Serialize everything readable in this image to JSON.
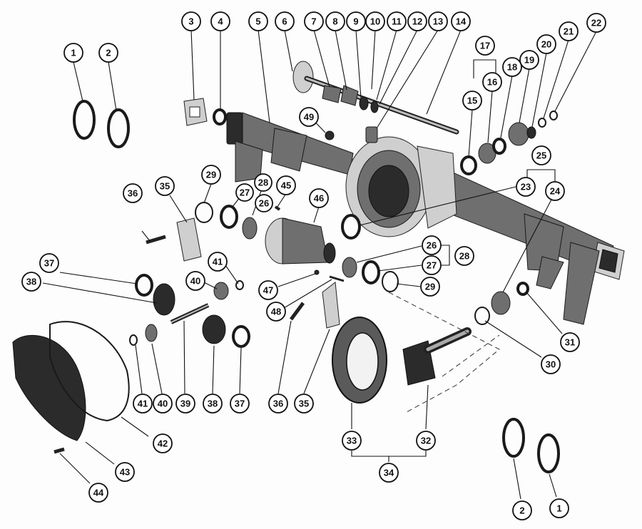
{
  "diagram": {
    "accent_color": "#111111",
    "callouts": [
      {
        "id": "c1a",
        "label": "1"
      },
      {
        "id": "c2a",
        "label": "2"
      },
      {
        "id": "c3",
        "label": "3"
      },
      {
        "id": "c4",
        "label": "4"
      },
      {
        "id": "c5",
        "label": "5"
      },
      {
        "id": "c6",
        "label": "6"
      },
      {
        "id": "c7",
        "label": "7"
      },
      {
        "id": "c8",
        "label": "8"
      },
      {
        "id": "c9",
        "label": "9"
      },
      {
        "id": "c10",
        "label": "10"
      },
      {
        "id": "c11",
        "label": "11"
      },
      {
        "id": "c12",
        "label": "12"
      },
      {
        "id": "c13",
        "label": "13"
      },
      {
        "id": "c14",
        "label": "14"
      },
      {
        "id": "c15",
        "label": "15"
      },
      {
        "id": "c16",
        "label": "16"
      },
      {
        "id": "c17",
        "label": "17"
      },
      {
        "id": "c18",
        "label": "18"
      },
      {
        "id": "c19",
        "label": "19"
      },
      {
        "id": "c20",
        "label": "20"
      },
      {
        "id": "c21",
        "label": "21"
      },
      {
        "id": "c22",
        "label": "22"
      },
      {
        "id": "c23",
        "label": "23"
      },
      {
        "id": "c24",
        "label": "24"
      },
      {
        "id": "c25",
        "label": "25"
      },
      {
        "id": "c26a",
        "label": "26"
      },
      {
        "id": "c27a",
        "label": "27"
      },
      {
        "id": "c28a",
        "label": "28"
      },
      {
        "id": "c29a",
        "label": "29"
      },
      {
        "id": "c45",
        "label": "45"
      },
      {
        "id": "c46",
        "label": "46"
      },
      {
        "id": "c49",
        "label": "49"
      },
      {
        "id": "c36a",
        "label": "36"
      },
      {
        "id": "c35a",
        "label": "35"
      },
      {
        "id": "c37a",
        "label": "37"
      },
      {
        "id": "c38a",
        "label": "38"
      },
      {
        "id": "c40a",
        "label": "40"
      },
      {
        "id": "c41a",
        "label": "41"
      },
      {
        "id": "c47",
        "label": "47"
      },
      {
        "id": "c48",
        "label": "48"
      },
      {
        "id": "c26b",
        "label": "26"
      },
      {
        "id": "c27b",
        "label": "27"
      },
      {
        "id": "c28b",
        "label": "28"
      },
      {
        "id": "c29b",
        "label": "29"
      },
      {
        "id": "c31",
        "label": "31"
      },
      {
        "id": "c30",
        "label": "30"
      },
      {
        "id": "c41b",
        "label": "41"
      },
      {
        "id": "c40b",
        "label": "40"
      },
      {
        "id": "c39",
        "label": "39"
      },
      {
        "id": "c38b",
        "label": "38"
      },
      {
        "id": "c37b",
        "label": "37"
      },
      {
        "id": "c36b",
        "label": "36"
      },
      {
        "id": "c35b",
        "label": "35"
      },
      {
        "id": "c42",
        "label": "42"
      },
      {
        "id": "c43",
        "label": "43"
      },
      {
        "id": "c44",
        "label": "44"
      },
      {
        "id": "c33",
        "label": "33"
      },
      {
        "id": "c32",
        "label": "32"
      },
      {
        "id": "c34",
        "label": "34"
      },
      {
        "id": "c2b",
        "label": "2"
      },
      {
        "id": "c1b",
        "label": "1"
      }
    ]
  }
}
